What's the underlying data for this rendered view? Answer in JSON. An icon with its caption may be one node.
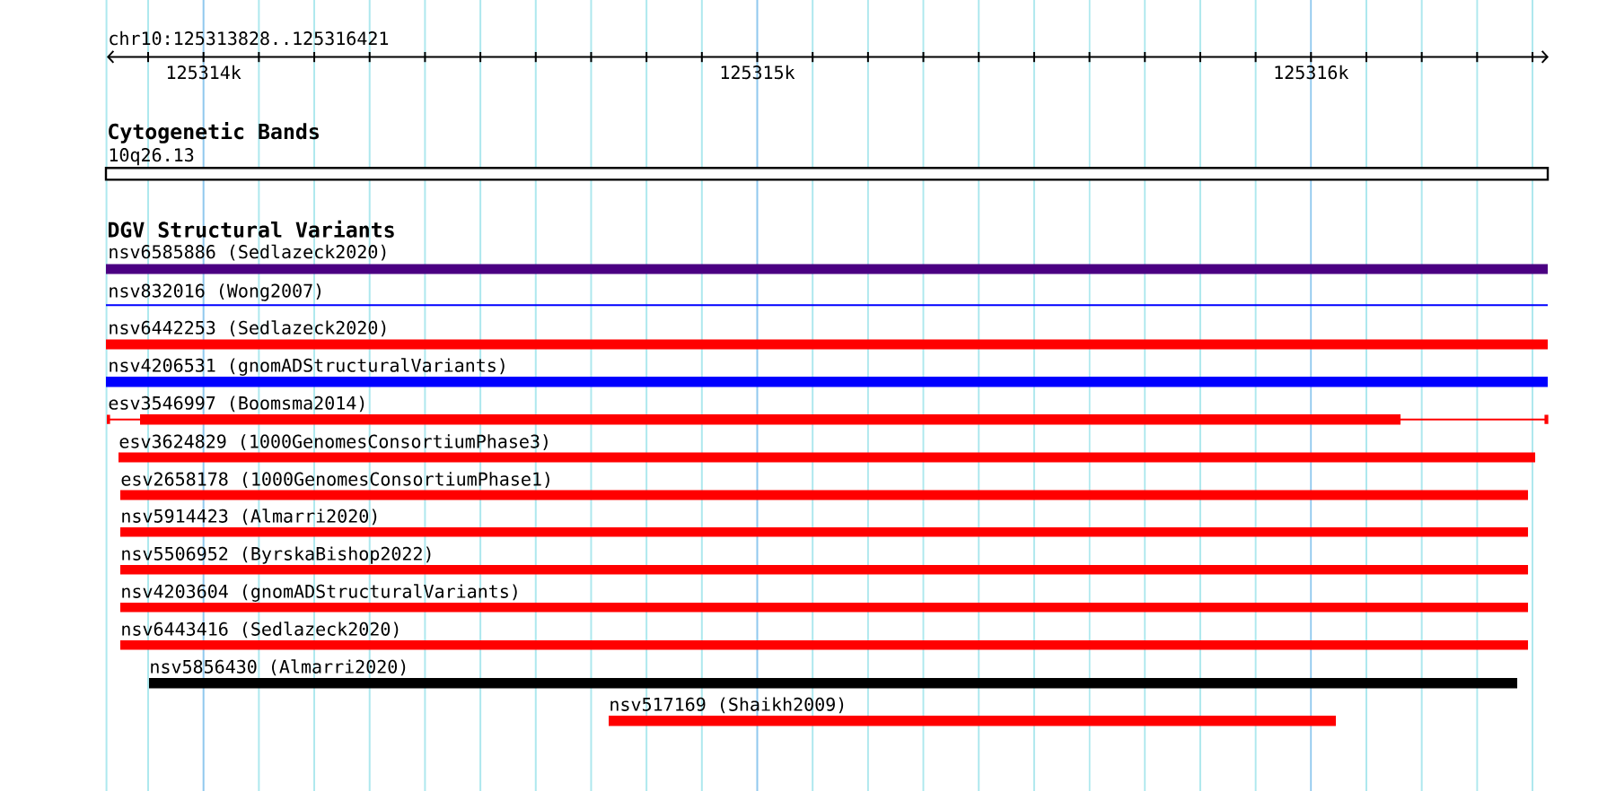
{
  "diagram": {
    "nodes": [
      {
        "text": [
          "10q26.13"
        ]
      },
      {
        "text": [
          "nsv6585886 (Sedlazeck2020)"
        ]
      },
      {
        "text": [
          "nsv832016 (Wong2007)"
        ]
      },
      {
        "text": [
          "nsv6442253 (Sedlazeck2020)"
        ]
      },
      {
        "text": [
          "nsv4206531 (gnomADStructuralVariants)"
        ]
      },
      {
        "text": [
          "esv3546997 (Boomsma2014)"
        ]
      },
      {
        "text": [
          "esv3624829 (1000GenomesConsortiumPhase3)"
        ]
      },
      {
        "text": [
          "esv2658178 (1000GenomesConsortiumPhase1)"
        ]
      },
      {
        "text": [
          "nsv5914423 (Almarri2020)"
        ]
      },
      {
        "text": [
          "nsv5506952 (ByrskaBishop2022)"
        ]
      },
      {
        "text": [
          "nsv4203604 (gnomADStructuralVariants)"
        ]
      },
      {
        "text": [
          "nsv6443416 (Sedlazeck2020)"
        ]
      },
      {
        "text": [
          "nsv5856430 (Almarri2020)"
        ]
      },
      {
        "text": [
          "nsv517169 (Shaikh2009)"
        ]
      }
    ],
    "labels": [
      "chr10:125313828..125316421",
      "125314k",
      "125315k",
      "125316k",
      "Cytogenetic Bands",
      "DGV Structural Variants"
    ]
  }
}
